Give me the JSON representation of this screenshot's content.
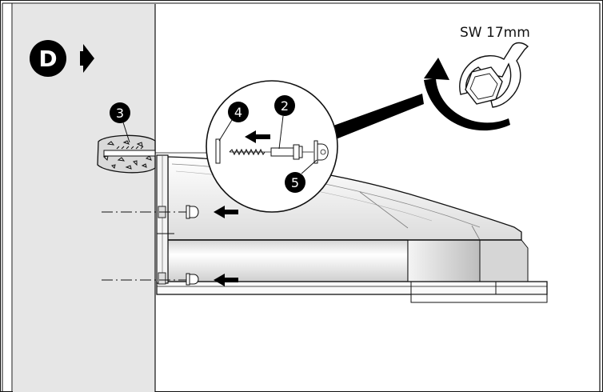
{
  "step": {
    "letter": "D",
    "badge_color": "#000000"
  },
  "tool": {
    "label": "SW 17mm"
  },
  "parts": {
    "anchor_number": "3",
    "screw_number": "2",
    "washer_number": "4",
    "cap_number": "5"
  },
  "icons": {
    "step_arrow": "right-triangle-icon",
    "wrench": "wrench-icon",
    "rotation": "clockwise-arrow-icon",
    "push_arrows": "left-arrow-icon"
  },
  "colors": {
    "wall": "#e6e6e6",
    "housing_light": "#f2f2f2",
    "housing_dark": "#c8c8c8",
    "outline": "#111111"
  }
}
